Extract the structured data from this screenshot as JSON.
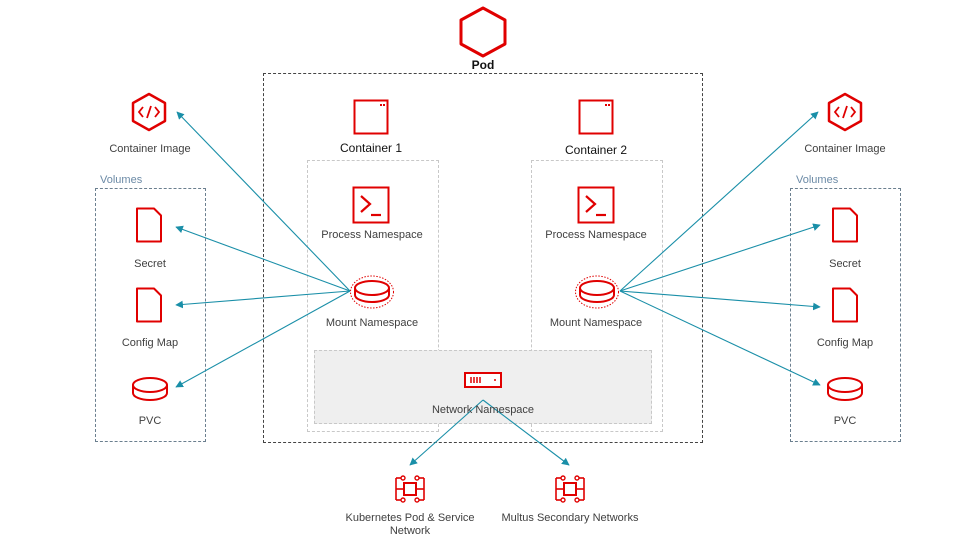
{
  "colors": {
    "accent": "#e00000",
    "arrow": "#1a8fa8",
    "pod_border": "#444444",
    "volumes_border": "#6b7f8f",
    "volumes_label": "#6b8aa6",
    "network_fill": "#efefef"
  },
  "pod": {
    "label": "Pod",
    "icon": "hexagon-icon"
  },
  "containers": [
    {
      "label": "Container 1",
      "icon": "container-icon"
    },
    {
      "label": "Container 2",
      "icon": "container-icon"
    }
  ],
  "process_ns": [
    {
      "label": "Process Namespace",
      "icon": "terminal-icon"
    },
    {
      "label": "Process Namespace",
      "icon": "terminal-icon"
    }
  ],
  "mount_ns": [
    {
      "label": "Mount Namespace",
      "icon": "disk-icon"
    },
    {
      "label": "Mount Namespace",
      "icon": "disk-icon"
    }
  ],
  "network_ns": {
    "label": "Network Namespace",
    "icon": "network-card-icon"
  },
  "left": {
    "container_image": {
      "label": "Container Image",
      "icon": "code-hexagon-icon"
    },
    "volumes": {
      "title": "Volumes",
      "items": [
        {
          "label": "Secret",
          "icon": "document-icon"
        },
        {
          "label": "Config Map",
          "icon": "document-icon"
        },
        {
          "label": "PVC",
          "icon": "disk-icon"
        }
      ]
    }
  },
  "right": {
    "container_image": {
      "label": "Container Image",
      "icon": "code-hexagon-icon"
    },
    "volumes": {
      "title": "Volumes",
      "items": [
        {
          "label": "Secret",
          "icon": "document-icon"
        },
        {
          "label": "Config Map",
          "icon": "document-icon"
        },
        {
          "label": "PVC",
          "icon": "disk-icon"
        }
      ]
    }
  },
  "networks": [
    {
      "label": "Kubernetes Pod & Service Network",
      "icon": "network-switch-icon"
    },
    {
      "label": "Multus Secondary Networks",
      "icon": "network-switch-icon"
    }
  ]
}
